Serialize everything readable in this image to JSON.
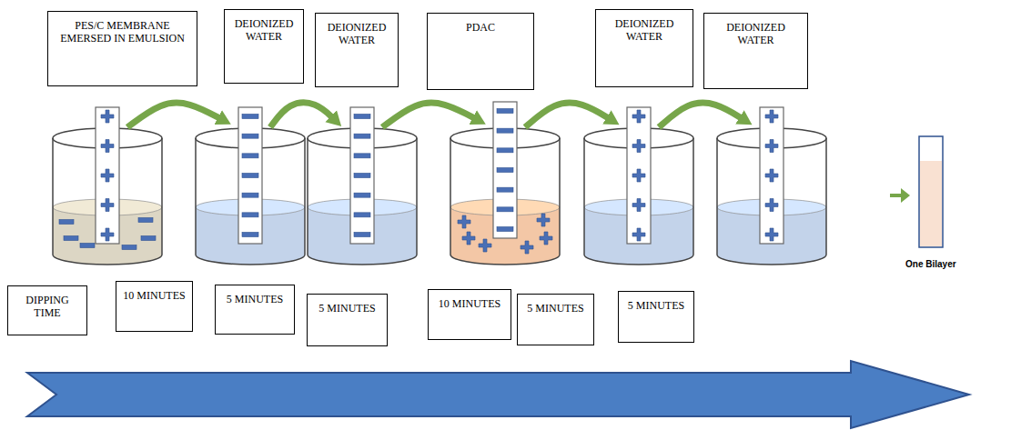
{
  "diagram": {
    "nodes": [
      {
        "text": [
          "PES/C MEMBRANE EMERSED IN EMULSION"
        ]
      },
      {
        "text": [
          "DEIONIZED WATER"
        ]
      },
      {
        "text": [
          "DEIONIZED WATER"
        ]
      },
      {
        "text": [
          "PDAC"
        ]
      },
      {
        "text": [
          "DEIONIZED WATER"
        ]
      },
      {
        "text": [
          "DEIONIZED WATER"
        ]
      },
      {
        "text": [
          "DIPPING TIME"
        ]
      },
      {
        "text": [
          "10 MINUTES"
        ]
      },
      {
        "text": [
          "5 MINUTES"
        ]
      },
      {
        "text": [
          "5 MINUTES"
        ]
      },
      {
        "text": [
          "10 MINUTES"
        ]
      },
      {
        "text": [
          "5 MINUTES"
        ]
      },
      {
        "text": [
          "5 MINUTES"
        ]
      }
    ],
    "labels": [
      "One Bilayer"
    ]
  }
}
